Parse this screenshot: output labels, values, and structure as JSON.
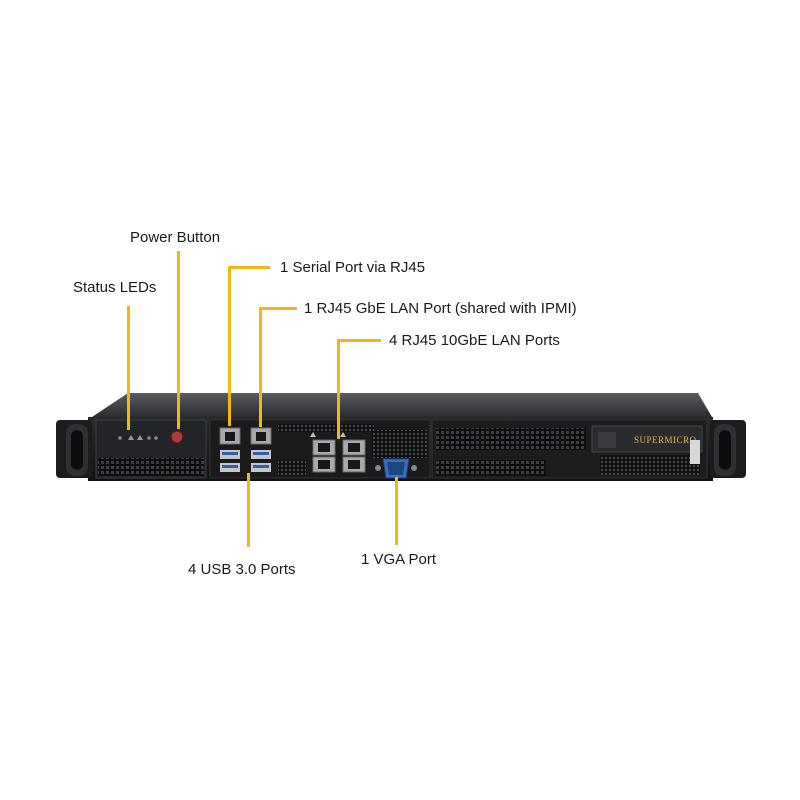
{
  "callouts": {
    "power_button": "Power Button",
    "status_leds": "Status LEDs",
    "serial_port": "1 Serial Port via RJ45",
    "gbe_lan": "1 RJ45 GbE LAN Port (shared with IPMI)",
    "tengbe_lan": "4 RJ45 10GbE LAN Ports",
    "usb_ports": "4 USB 3.0 Ports",
    "vga_port": "1 VGA Port"
  },
  "server": {
    "brand_logo_text": "SUPERMICRO"
  },
  "colors": {
    "callout_line": "#f2b711",
    "chassis_dark": "#1b1b1d",
    "chassis_top": "#3a3b3f",
    "usb_blue": "#2f5fae",
    "vga_blue": "#3b6fc2"
  }
}
